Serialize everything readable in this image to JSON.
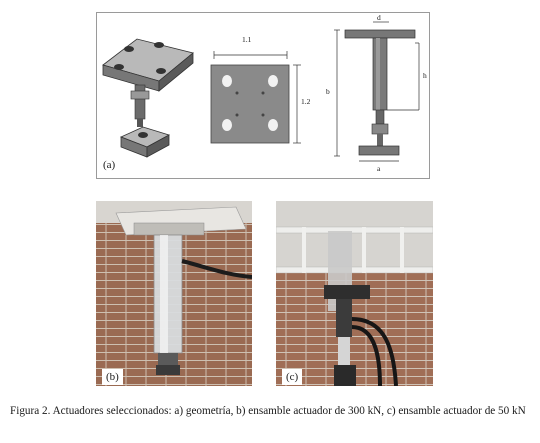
{
  "panel_a": {
    "label": "(a)",
    "dims": {
      "top_width": "1.1",
      "side_height": "1.2",
      "d": "d",
      "b": "b",
      "h": "h",
      "a": "a"
    }
  },
  "panel_b": {
    "label": "(b)"
  },
  "panel_c": {
    "label": "(c)"
  },
  "caption": {
    "prefix": "Figura 2.",
    "text": "Actuadores seleccionados: a) geometría, b) ensamble actuador de 300 kN, c) ensamble actuador de 50 kN"
  }
}
